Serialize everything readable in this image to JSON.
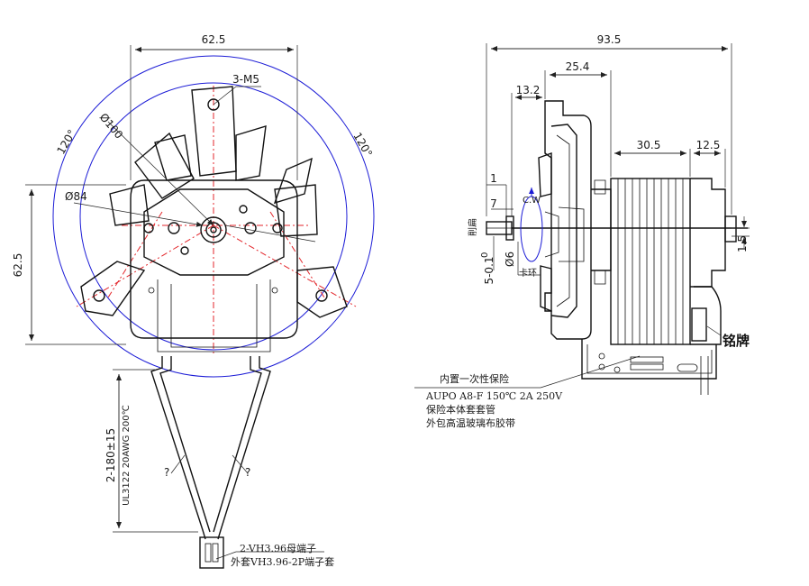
{
  "front_view": {
    "dim_top_width": "62.5",
    "dim_left_height": "62.5",
    "dim_screw": "3-M5",
    "dim_outer_dia": "Ø100",
    "dim_inner_dia": "Ø84",
    "angle_left": "120°",
    "angle_right": "120°",
    "lead_length": "2-180±15",
    "lead_wire_spec": "UL3122 20AWG 200℃",
    "question_mark_left": "?",
    "question_mark_right": "?",
    "connector_line1": "2-VH3.96母端子",
    "connector_line2": "外套VH3.96-2P端子套"
  },
  "side_view": {
    "dim_total": "93.5",
    "dim_25_4": "25.4",
    "dim_13_2": "13.2",
    "dim_30_5": "30.5",
    "dim_12_5": "12.5",
    "dim_1": "1",
    "dim_7": "7",
    "dim_tol": "5-0.1",
    "dim_tol_zero": "0",
    "dim_shaft": "Ø6",
    "dim_1_5": "1.5",
    "rotation": "C.W",
    "flat_label": "削扁",
    "clip_label": "卡环",
    "nameplate": "铭牌",
    "fuse_note_1": "内置一次性保险",
    "fuse_note_2": "AUPO A8-F 150℃ 2A 250V",
    "fuse_note_3": "保险本体套套管",
    "fuse_note_4": "外包高温玻璃布胶带"
  }
}
